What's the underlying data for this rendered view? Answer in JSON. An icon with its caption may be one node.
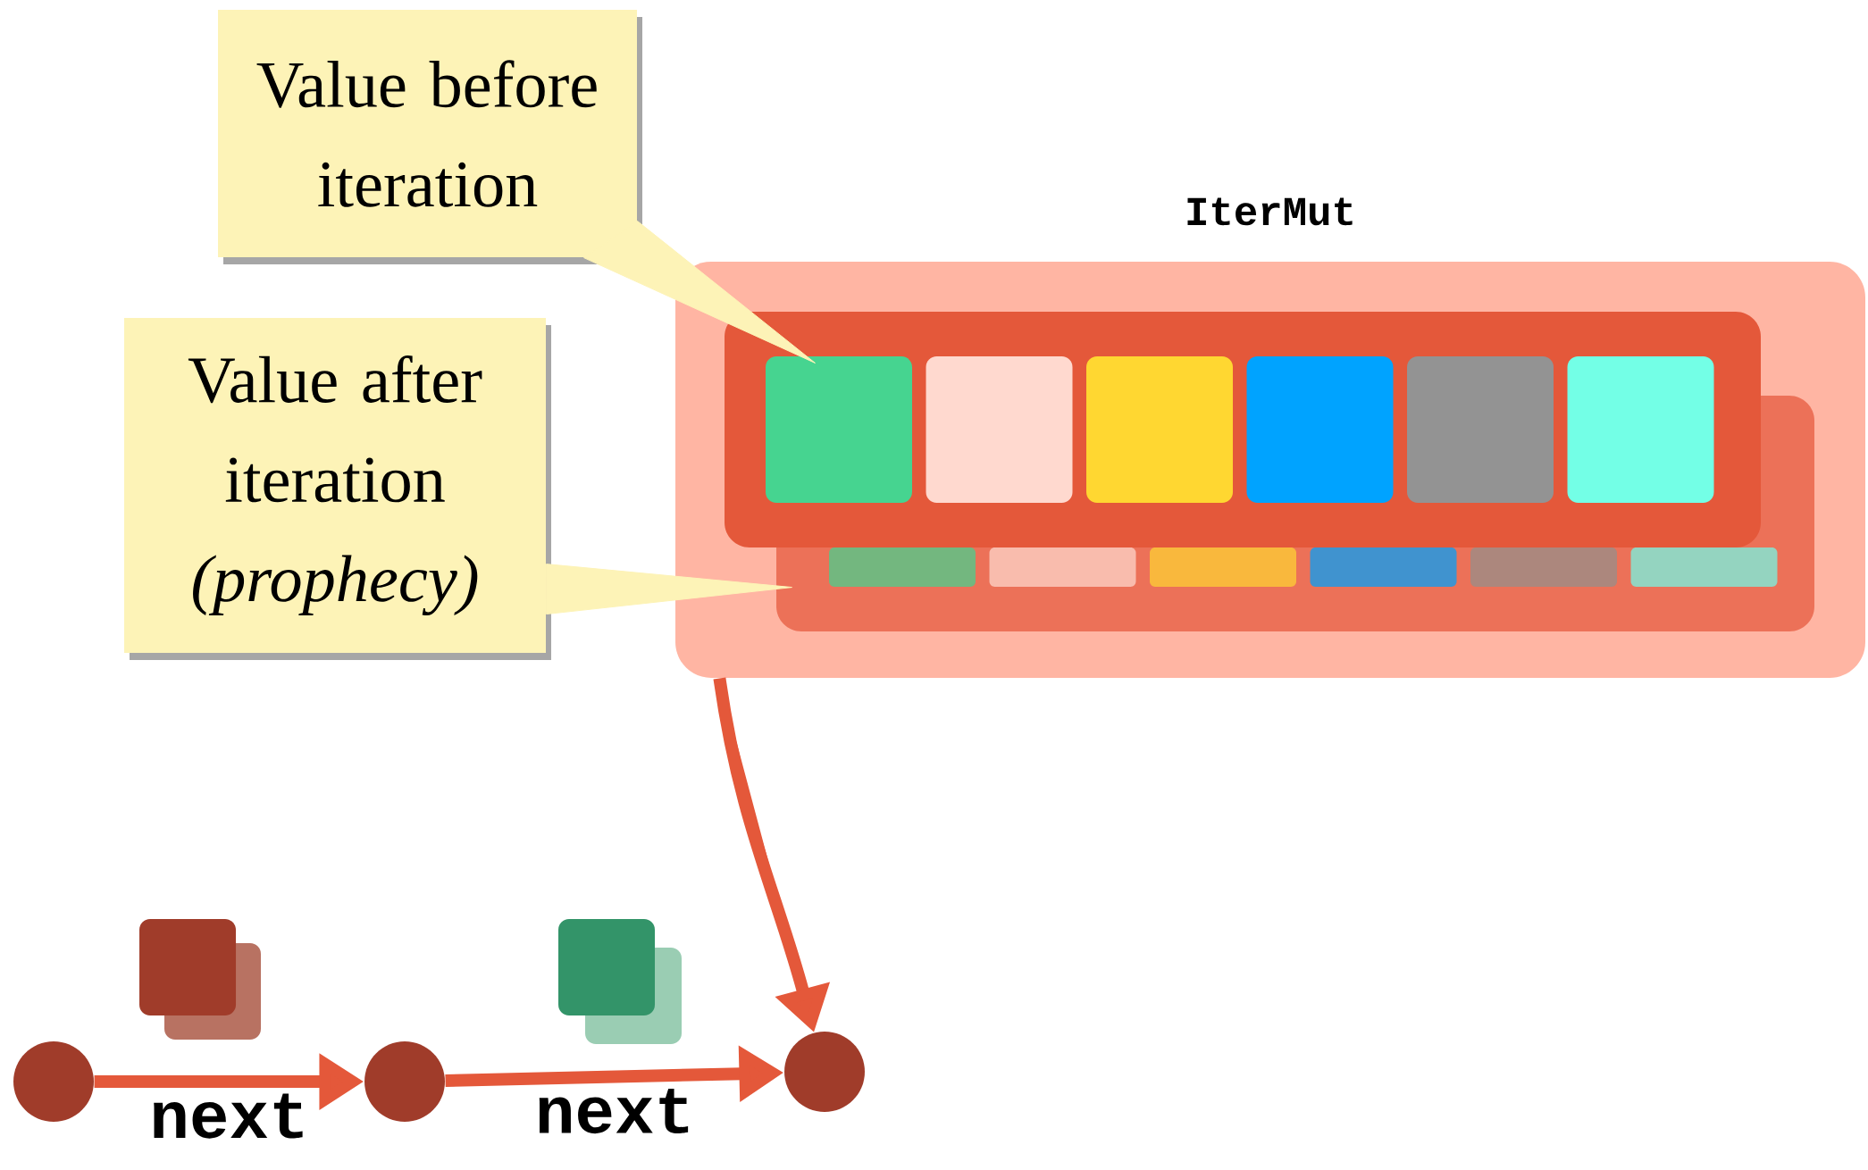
{
  "diagram": {
    "nodes": [
      {
        "text": [
          "Value before iteration"
        ]
      },
      {
        "text": [
          "Value after iteration *(prophecy)*"
        ]
      },
      {
        "text": [
          "IterMut"
        ]
      },
      {
        "text": [],
        "shape": "box",
        "in": 2
      },
      {
        "text": [],
        "shape": "box",
        "in": 3
      },
      {
        "text": [],
        "shape": "box",
        "in": 3
      },
      {
        "text": [],
        "shape": "box",
        "in": 3
      },
      {
        "text": [],
        "shape": "box",
        "in": 3
      },
      {
        "text": [],
        "shape": "box",
        "in": 3
      },
      {
        "text": [],
        "shape": "box",
        "in": 3
      },
      {
        "text": [],
        "shape": "box",
        "in": 2
      },
      {
        "text": [],
        "shape": "box",
        "in": 10
      },
      {
        "text": [],
        "shape": "box",
        "in": 10
      },
      {
        "text": [],
        "shape": "box",
        "in": 10
      },
      {
        "text": [],
        "shape": "box",
        "in": 10
      },
      {
        "text": [],
        "shape": "box",
        "in": 10
      },
      {
        "text": [],
        "shape": "box",
        "in": 10
      },
      {
        "text": [],
        "shape": "circle"
      },
      {
        "text": [],
        "shape": "circle"
      },
      {
        "text": [],
        "shape": "circle"
      }
    ],
    "edges": [
      {
        "from": 0,
        "to": 4,
        "arrow": "none",
        "color": "#fdf3b7"
      },
      {
        "from": 1,
        "to": 10,
        "arrow": "none",
        "color": "#fdf3b7"
      },
      {
        "from": 17,
        "to": 18,
        "arrow": "to",
        "label": "next"
      },
      {
        "from": 18,
        "to": 19,
        "arrow": "to",
        "label": "next"
      },
      {
        "from": 2,
        "to": 19,
        "arrow": "to"
      }
    ]
  }
}
